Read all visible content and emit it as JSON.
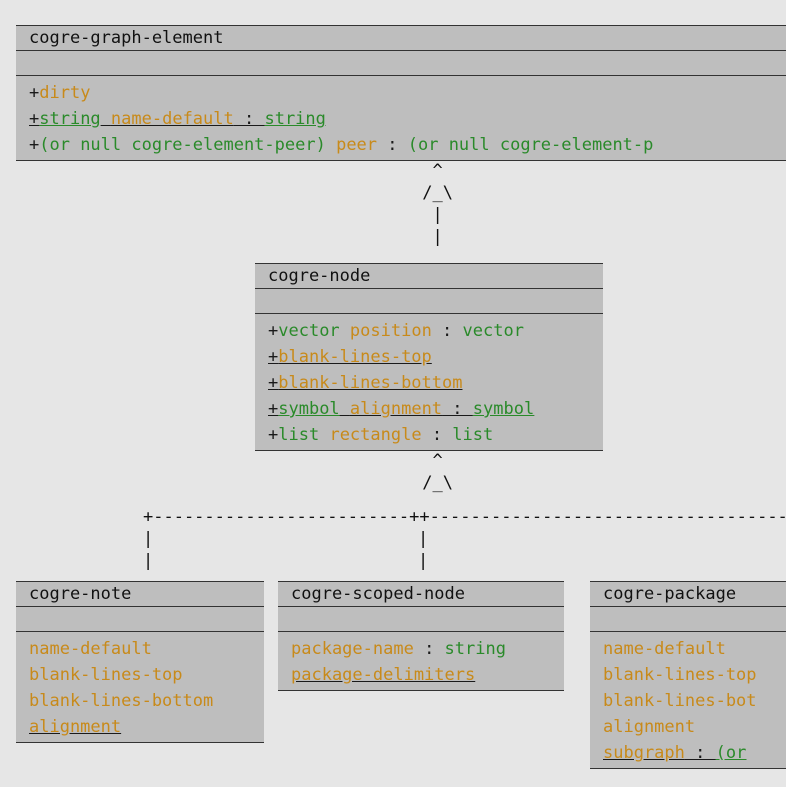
{
  "classes": {
    "graph_element": {
      "name": "cogre-graph-element",
      "attributes": [
        {
          "prefix": "+",
          "type": "",
          "name": "dirty",
          "sep": "",
          "vtype": "",
          "underline": false
        },
        {
          "prefix": "+",
          "type": "string",
          "name": "name-default",
          "sep": " : ",
          "vtype": "string",
          "underline": true
        },
        {
          "prefix": "+",
          "type": "(or null cogre-element-peer)",
          "name": "peer",
          "sep": " : ",
          "vtype": "(or null cogre-element-p",
          "underline": false
        }
      ]
    },
    "node": {
      "name": "cogre-node",
      "attributes": [
        {
          "prefix": "+",
          "type": "vector",
          "name": "position",
          "sep": " : ",
          "vtype": "vector",
          "underline": false
        },
        {
          "prefix": "+",
          "type": "",
          "name": "blank-lines-top",
          "sep": "",
          "vtype": "",
          "underline": true
        },
        {
          "prefix": "+",
          "type": "",
          "name": "blank-lines-bottom",
          "sep": "",
          "vtype": "",
          "underline": true
        },
        {
          "prefix": "+",
          "type": "symbol",
          "name": "alignment",
          "sep": " : ",
          "vtype": "symbol",
          "underline": true
        },
        {
          "prefix": "+",
          "type": "list",
          "name": "rectangle",
          "sep": " : ",
          "vtype": "list",
          "underline": false
        }
      ]
    },
    "note": {
      "name": "cogre-note",
      "attributes": [
        {
          "prefix": "",
          "type": "",
          "name": "name-default",
          "sep": "",
          "vtype": "",
          "underline": false
        },
        {
          "prefix": "",
          "type": "",
          "name": "blank-lines-top",
          "sep": "",
          "vtype": "",
          "underline": false
        },
        {
          "prefix": "",
          "type": "",
          "name": "blank-lines-bottom",
          "sep": "",
          "vtype": "",
          "underline": false
        },
        {
          "prefix": "",
          "type": "",
          "name": "alignment",
          "sep": "",
          "vtype": "",
          "underline": true
        }
      ]
    },
    "scoped_node": {
      "name": "cogre-scoped-node",
      "attributes": [
        {
          "prefix": "",
          "type": "",
          "name": "package-name",
          "sep": " : ",
          "vtype": "string",
          "underline": false
        },
        {
          "prefix": "",
          "type": "",
          "name": "package-delimiters",
          "sep": "",
          "vtype": "",
          "underline": true
        }
      ]
    },
    "package": {
      "name": "cogre-package",
      "attributes": [
        {
          "prefix": "",
          "type": "",
          "name": "name-default",
          "sep": "",
          "vtype": "",
          "underline": false
        },
        {
          "prefix": "",
          "type": "",
          "name": "blank-lines-top",
          "sep": "",
          "vtype": "",
          "underline": false
        },
        {
          "prefix": "",
          "type": "",
          "name": "blank-lines-bot",
          "sep": "",
          "vtype": "",
          "underline": false
        },
        {
          "prefix": "",
          "type": "",
          "name": "alignment",
          "sep": "",
          "vtype": "",
          "underline": false
        },
        {
          "prefix": "",
          "type": "",
          "name": "subgraph",
          "sep": " : ",
          "vtype": "(or",
          "underline": true
        }
      ]
    }
  },
  "connectors": {
    "inherit_1": "  ^\n /_\\\n  |\n  |",
    "inherit_2": "  ^\n /_\\",
    "tree": "+-------------------------++------------------------------------",
    "drops": "|\n|"
  },
  "colors": {
    "background": "#e6e6e6",
    "box_fill": "#bebebe",
    "type_green": "#2a8a2a",
    "name_orange": "#c88a1a"
  }
}
